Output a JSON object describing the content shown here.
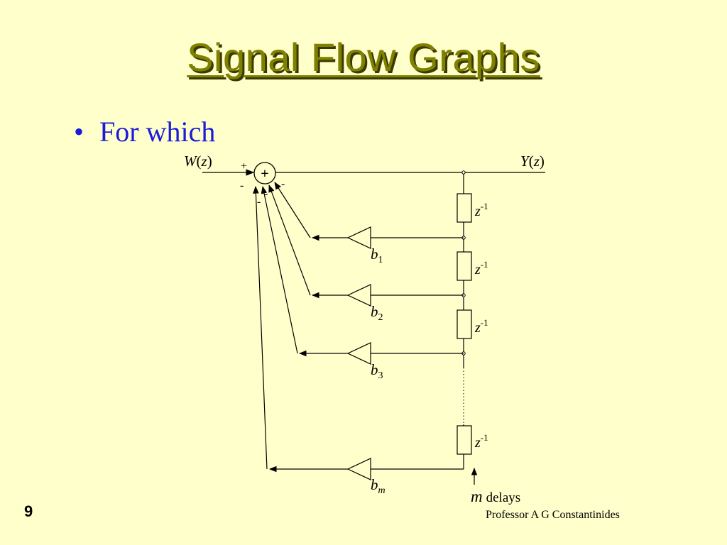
{
  "slide": {
    "title": "Signal Flow Graphs",
    "bullet": "For which",
    "slide_number": "9",
    "footer": "Professor A G Constantinides"
  },
  "diagram": {
    "input_label": {
      "var": "W",
      "arg": "z"
    },
    "output_label": {
      "var": "Y",
      "arg": "z"
    },
    "summing_sign": "+",
    "input_sign": "+",
    "feedback_signs": [
      "-",
      "-",
      "-",
      "-"
    ],
    "delay_label": {
      "base": "z",
      "exp": "-1"
    },
    "coefficients": [
      {
        "base": "b",
        "sub": "1"
      },
      {
        "base": "b",
        "sub": "2"
      },
      {
        "base": "b",
        "sub": "3"
      },
      {
        "base": "b",
        "sub": "m"
      }
    ],
    "delays_note": {
      "var": "m",
      "text": "delays"
    }
  }
}
